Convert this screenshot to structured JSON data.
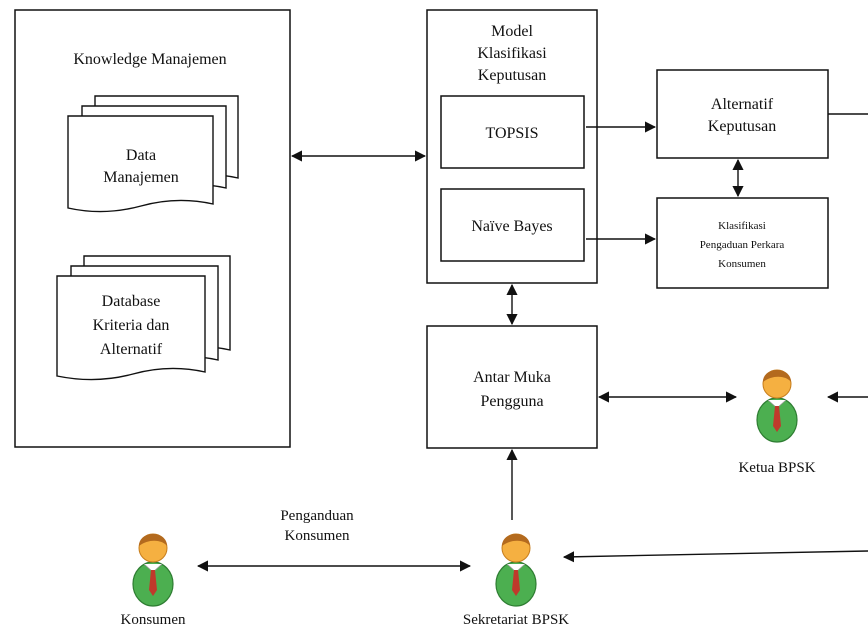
{
  "knowledge": {
    "title": "Knowledge Manajemen",
    "doc1": [
      "Data",
      "Manajemen"
    ],
    "doc2": [
      "Database",
      "Kriteria  dan",
      "Alternatif"
    ]
  },
  "model": {
    "title": [
      "Model",
      "Klasifikasi",
      "Keputusan"
    ],
    "topsis": "TOPSIS",
    "naive_bayes": "Naïve Bayes"
  },
  "alternatif": [
    "Alternatif",
    "Keputusan"
  ],
  "klasifikasi": [
    "Klasifikasi",
    "Pengaduan  Perkara",
    "Konsumen"
  ],
  "antarmuka": [
    "Antar Muka",
    "Pengguna"
  ],
  "people": {
    "ketua": "Ketua BPSK",
    "sekretariat": "Sekretariat BPSK",
    "konsumen": "Konsumen"
  },
  "edge_label": [
    "Penganduan",
    "Konsumen"
  ],
  "colors": {
    "stroke": "#111111",
    "skin": "#f5b041",
    "hair": "#b36a1e",
    "shirt": "#4caf50",
    "tie": "#c0392b"
  }
}
